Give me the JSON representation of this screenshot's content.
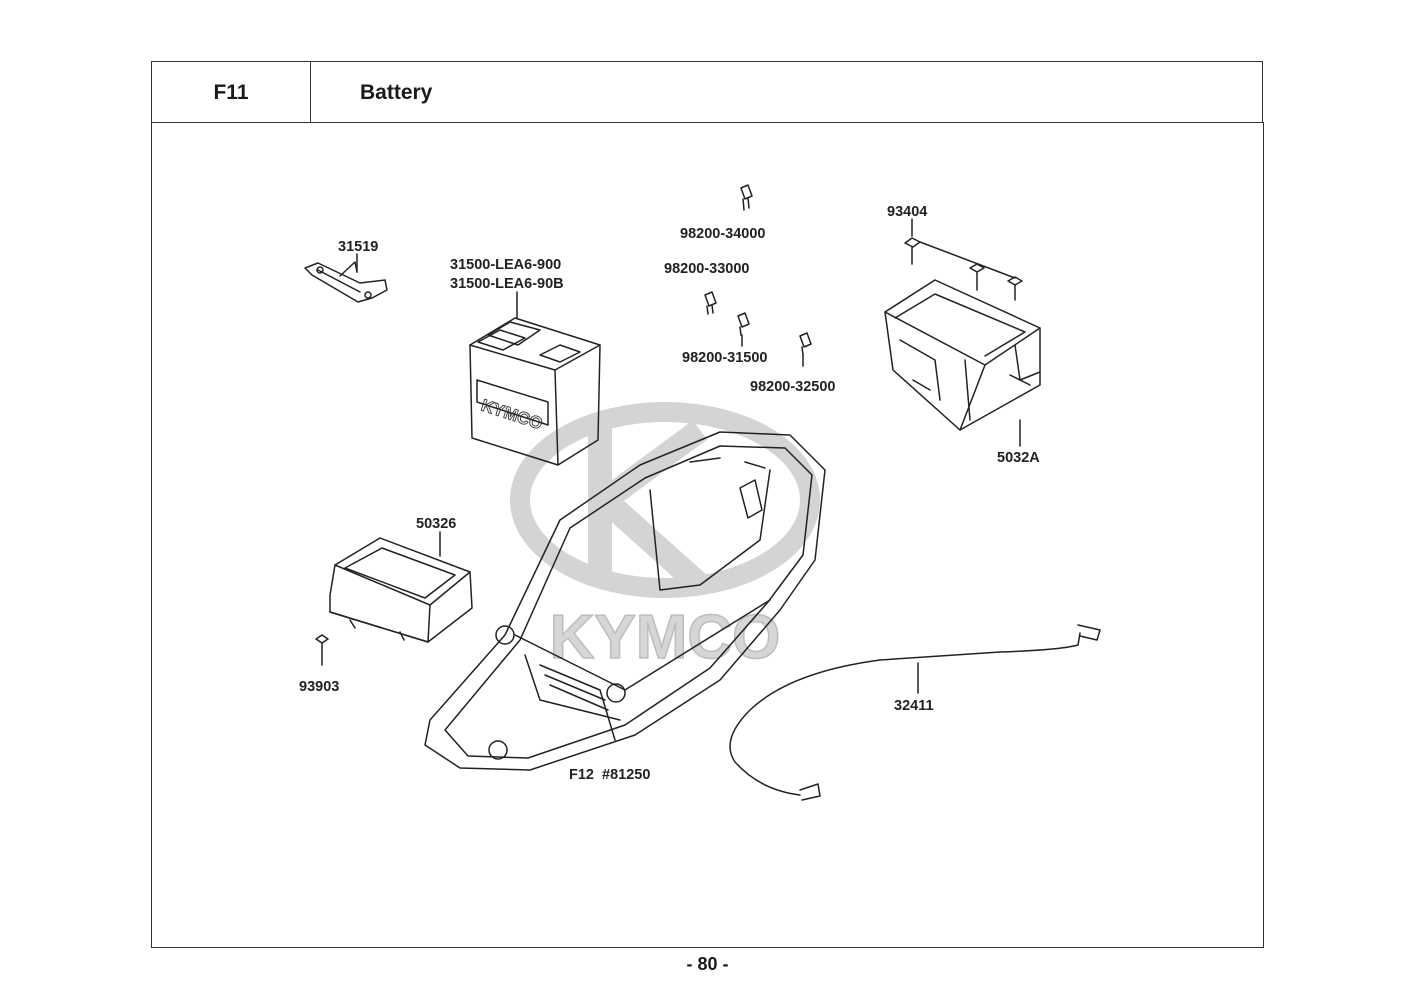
{
  "header": {
    "section_code": "F11",
    "section_title": "Battery"
  },
  "watermark": {
    "brand": "KYMCO"
  },
  "parts": {
    "p31519": "31519",
    "p31500a": "31500-LEA6-900",
    "p31500b": "31500-LEA6-90B",
    "p98200_34000": "98200-34000",
    "p98200_33000": "98200-33000",
    "p98200_31500": "98200-31500",
    "p98200_32500": "98200-32500",
    "p93404": "93404",
    "p5032A": "5032A",
    "p50326": "50326",
    "p93903": "93903",
    "p32411": "32411",
    "pF12": "F12  #81250"
  },
  "battery_label": {
    "brand": "KYMCO"
  },
  "footer": {
    "page": "- 80 -"
  },
  "colors": {
    "line": "#222222",
    "watermark": "#d4d4d4",
    "frame": "#333333"
  }
}
